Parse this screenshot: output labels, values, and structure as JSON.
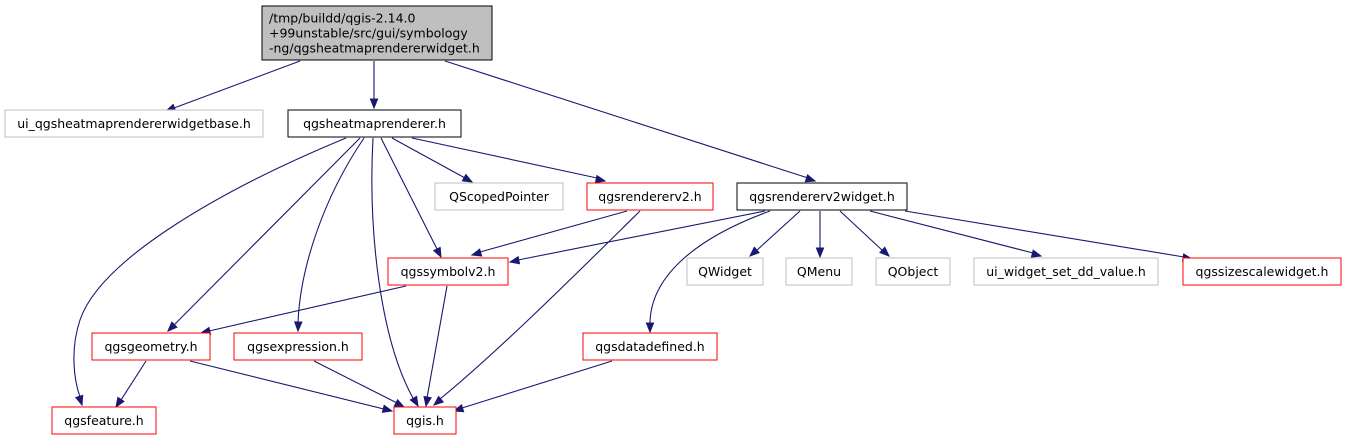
{
  "diagram": {
    "colors": {
      "root_fill": "#bfbfbf",
      "root_border": "#000000",
      "documented_border": "#000000",
      "undocumented_border": "#bfbfbf",
      "truncated_border": "#ff0000",
      "node_fill": "#ffffff",
      "edge": "#191970"
    },
    "nodes": [
      {
        "id": "root",
        "lines": [
          "/tmp/buildd/qgis-2.14.0",
          "+99unstable/src/gui/symbology",
          "-ng/qgsheatmaprendererwidget.h"
        ],
        "style": "root"
      },
      {
        "id": "ui_base",
        "lines": [
          "ui_qgsheatmaprendererwidgetbase.h"
        ],
        "style": "undocumented"
      },
      {
        "id": "heatmap",
        "lines": [
          "qgsheatmaprenderer.h"
        ],
        "style": "documented"
      },
      {
        "id": "qscoped",
        "lines": [
          "QScopedPointer"
        ],
        "style": "undocumented"
      },
      {
        "id": "rendererv2",
        "lines": [
          "qgsrendererv2.h"
        ],
        "style": "truncated"
      },
      {
        "id": "rendererv2widget",
        "lines": [
          "qgsrendererv2widget.h"
        ],
        "style": "documented"
      },
      {
        "id": "symbolv2",
        "lines": [
          "qgssymbolv2.h"
        ],
        "style": "truncated"
      },
      {
        "id": "qwidget",
        "lines": [
          "QWidget"
        ],
        "style": "undocumented"
      },
      {
        "id": "qmenu",
        "lines": [
          "QMenu"
        ],
        "style": "undocumented"
      },
      {
        "id": "qobject",
        "lines": [
          "QObject"
        ],
        "style": "undocumented"
      },
      {
        "id": "ui_dd",
        "lines": [
          "ui_widget_set_dd_value.h"
        ],
        "style": "undocumented"
      },
      {
        "id": "sizescale",
        "lines": [
          "qgssizescalewidget.h"
        ],
        "style": "truncated"
      },
      {
        "id": "geometry",
        "lines": [
          "qgsgeometry.h"
        ],
        "style": "truncated"
      },
      {
        "id": "expression",
        "lines": [
          "qgsexpression.h"
        ],
        "style": "truncated"
      },
      {
        "id": "datadefined",
        "lines": [
          "qgsdatadefined.h"
        ],
        "style": "truncated"
      },
      {
        "id": "feature",
        "lines": [
          "qgsfeature.h"
        ],
        "style": "truncated"
      },
      {
        "id": "qgis",
        "lines": [
          "qgis.h"
        ],
        "style": "truncated"
      }
    ],
    "edges": [
      {
        "from": "root",
        "to": "ui_base"
      },
      {
        "from": "root",
        "to": "heatmap"
      },
      {
        "from": "root",
        "to": "rendererv2widget"
      },
      {
        "from": "heatmap",
        "to": "qscoped"
      },
      {
        "from": "heatmap",
        "to": "rendererv2"
      },
      {
        "from": "heatmap",
        "to": "symbolv2"
      },
      {
        "from": "heatmap",
        "to": "geometry"
      },
      {
        "from": "heatmap",
        "to": "expression"
      },
      {
        "from": "heatmap",
        "to": "feature"
      },
      {
        "from": "heatmap",
        "to": "qgis"
      },
      {
        "from": "rendererv2",
        "to": "symbolv2"
      },
      {
        "from": "rendererv2",
        "to": "qgis"
      },
      {
        "from": "rendererv2widget",
        "to": "symbolv2"
      },
      {
        "from": "rendererv2widget",
        "to": "qwidget"
      },
      {
        "from": "rendererv2widget",
        "to": "qmenu"
      },
      {
        "from": "rendererv2widget",
        "to": "qobject"
      },
      {
        "from": "rendererv2widget",
        "to": "ui_dd"
      },
      {
        "from": "rendererv2widget",
        "to": "sizescale"
      },
      {
        "from": "rendererv2widget",
        "to": "datadefined"
      },
      {
        "from": "symbolv2",
        "to": "geometry"
      },
      {
        "from": "symbolv2",
        "to": "qgis"
      },
      {
        "from": "geometry",
        "to": "feature"
      },
      {
        "from": "geometry",
        "to": "qgis"
      },
      {
        "from": "expression",
        "to": "qgis"
      },
      {
        "from": "datadefined",
        "to": "qgis"
      }
    ]
  }
}
